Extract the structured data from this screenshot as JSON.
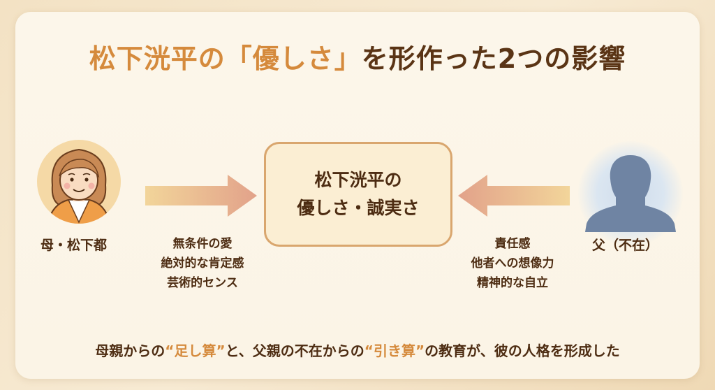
{
  "title": {
    "part1": "松下洸平の",
    "part2": "「優しさ」",
    "part3": "を形作った2つの影響"
  },
  "mother": {
    "label": "母・松下都",
    "influences": [
      "無条件の愛",
      "絶対的な肯定感",
      "芸術的センス"
    ]
  },
  "father": {
    "label": "父（不在）",
    "influences": [
      "責任感",
      "他者への想像力",
      "精神的な自立"
    ]
  },
  "center": {
    "line1": "松下洸平の",
    "line2": "優しさ・誠実さ"
  },
  "footer": {
    "part1": "母親からの",
    "part2": "“足し算”",
    "part3": "と、父親の不在からの",
    "part4": "“引き算”",
    "part5": "の教育が、彼の人格を形成した"
  },
  "colors": {
    "accent": "#d58a3c",
    "text": "#4d2c12",
    "card_bg": "#fcf6ea",
    "center_border": "#d9a66e",
    "arrow_start": "#f2d59a",
    "arrow_end": "#e2a28a",
    "father_silhouette": "#6f84a3"
  }
}
